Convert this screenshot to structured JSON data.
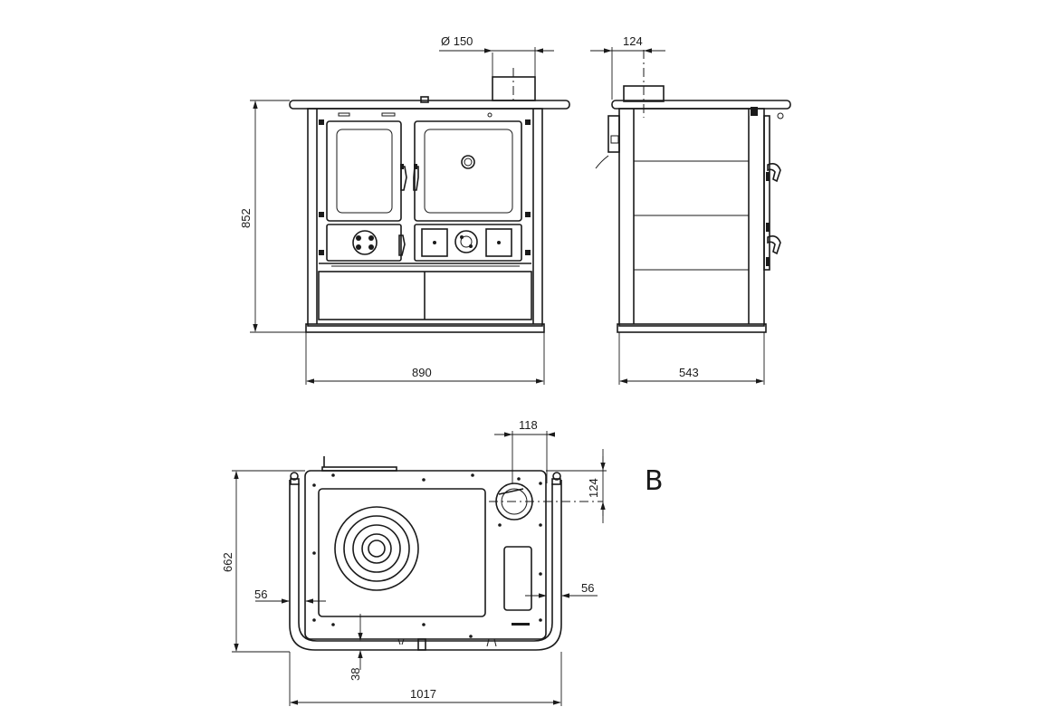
{
  "dimensions": {
    "flue_diameter": "Ø 150",
    "side_offset": "124",
    "front_height": "852",
    "front_width": "890",
    "side_depth": "543",
    "top_flue_width": "118",
    "top_flue_offset": "124",
    "top_depth": "662",
    "top_left_margin": "56",
    "top_right_margin": "56",
    "top_front_offset": "38",
    "top_width": "1017"
  },
  "view_label": "B"
}
